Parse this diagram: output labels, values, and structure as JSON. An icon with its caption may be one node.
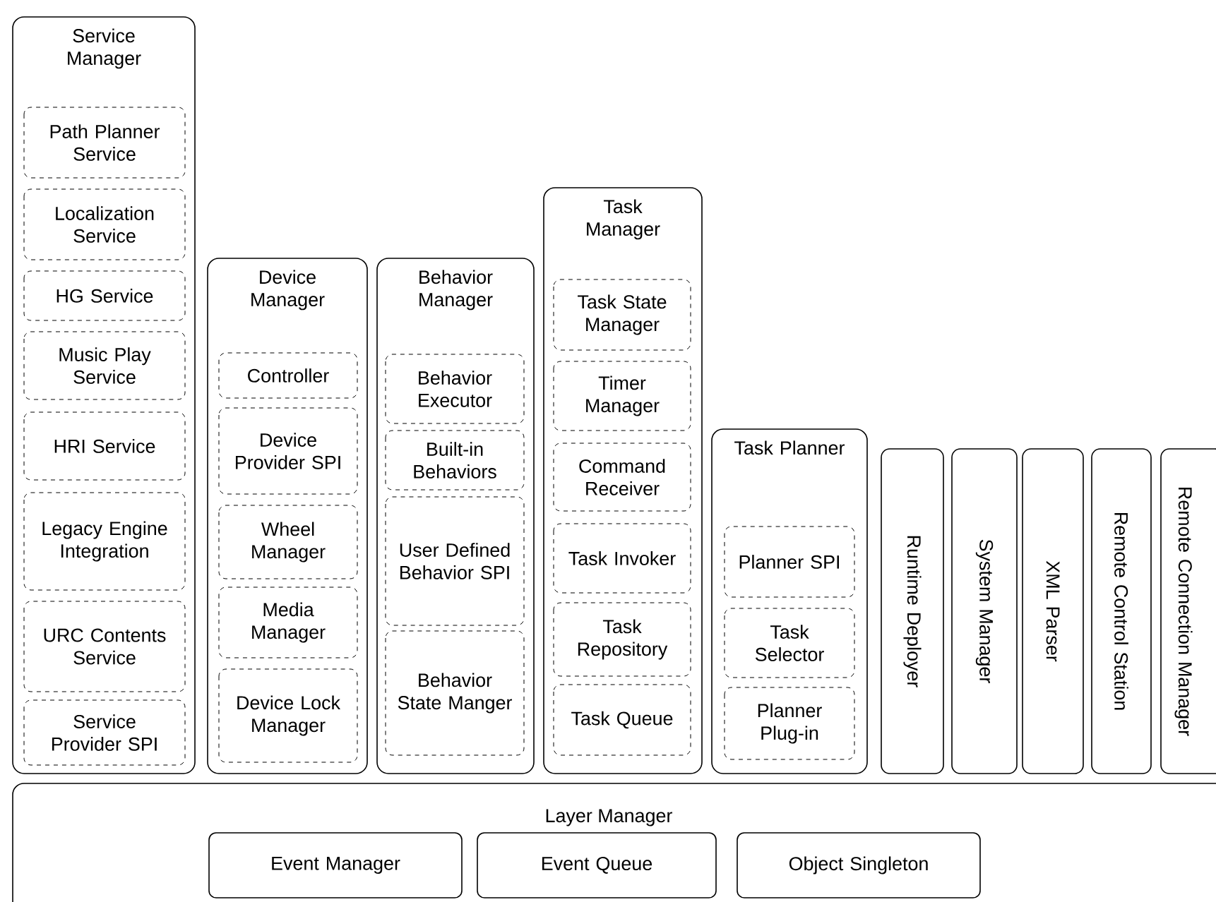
{
  "diagram": {
    "nodes": [
      {
        "text": [
          "Service Manager"
        ]
      },
      {
        "text": [
          "Path Planner Service"
        ],
        "in": 0
      },
      {
        "text": [
          "Localization Service"
        ],
        "in": 0
      },
      {
        "text": [
          "HG Service"
        ],
        "in": 0
      },
      {
        "text": [
          "Music Play Service"
        ],
        "in": 0
      },
      {
        "text": [
          "HRI Service"
        ],
        "in": 0
      },
      {
        "text": [
          "Legacy Engine Integration"
        ],
        "in": 0
      },
      {
        "text": [
          "URC Contents Service"
        ],
        "in": 0
      },
      {
        "text": [
          "Service Provider SPI"
        ],
        "in": 0
      },
      {
        "text": [
          "Device Manager"
        ]
      },
      {
        "text": [
          "Controller"
        ],
        "in": 9
      },
      {
        "text": [
          "Device Provider SPI"
        ],
        "in": 9
      },
      {
        "text": [
          "Wheel Manager"
        ],
        "in": 9
      },
      {
        "text": [
          "Media Manager"
        ],
        "in": 9
      },
      {
        "text": [
          "Device Lock Manager"
        ],
        "in": 9
      },
      {
        "text": [
          "Behavior Manager"
        ]
      },
      {
        "text": [
          "Behavior Executor"
        ],
        "in": 15
      },
      {
        "text": [
          "Built-in Behaviors"
        ],
        "in": 15
      },
      {
        "text": [
          "User Defined Behavior SPI"
        ],
        "in": 15
      },
      {
        "text": [
          "Behavior State Manger"
        ],
        "in": 15
      },
      {
        "text": [
          "Task Manager"
        ]
      },
      {
        "text": [
          "Task State Manager"
        ],
        "in": 20
      },
      {
        "text": [
          "Timer Manager"
        ],
        "in": 20
      },
      {
        "text": [
          "Command Receiver"
        ],
        "in": 20
      },
      {
        "text": [
          "Task Invoker"
        ],
        "in": 20
      },
      {
        "text": [
          "Task Repository"
        ],
        "in": 20
      },
      {
        "text": [
          "Task Queue"
        ],
        "in": 20
      },
      {
        "text": [
          "Task Planner"
        ]
      },
      {
        "text": [
          "Planner SPI"
        ],
        "in": 27
      },
      {
        "text": [
          "Task Selector"
        ],
        "in": 27
      },
      {
        "text": [
          "Planner Plug-in"
        ],
        "in": 27
      },
      {
        "text": [
          "Runtime Deployer"
        ]
      },
      {
        "text": [
          "System Manager"
        ]
      },
      {
        "text": [
          "XML Parser"
        ]
      },
      {
        "text": [
          "Remote Control Station"
        ]
      },
      {
        "text": [
          "Remote Connection Manager"
        ]
      },
      {
        "text": [
          "Layer Manager"
        ]
      },
      {
        "text": [
          "Event Manager"
        ],
        "in": 36
      },
      {
        "text": [
          "Event Queue"
        ],
        "in": 36
      },
      {
        "text": [
          "Object Singleton"
        ],
        "in": 36
      }
    ]
  }
}
